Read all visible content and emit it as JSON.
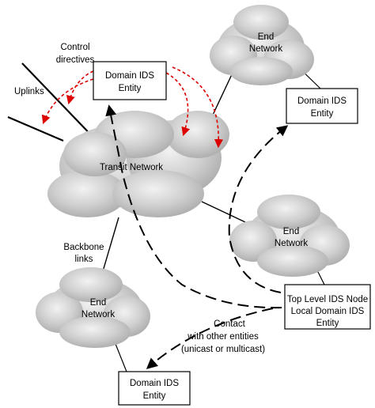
{
  "clouds": {
    "transit": "Transit Network",
    "end_top": [
      "End",
      "Network"
    ],
    "end_right": [
      "End",
      "Network"
    ],
    "end_left": [
      "End",
      "Network"
    ]
  },
  "boxes": {
    "domain_top": [
      "Domain IDS",
      "Entity"
    ],
    "domain_right": [
      "Domain IDS",
      "Entity"
    ],
    "top_level": [
      "Top Level IDS Node",
      "Local Domain IDS",
      "Entity"
    ],
    "domain_bottom": [
      "Domain IDS",
      "Entity"
    ]
  },
  "labels": {
    "control": [
      "Control",
      "directives"
    ],
    "uplinks": "Uplinks",
    "backbone": [
      "Backbone",
      "links"
    ],
    "contact": [
      "Contact",
      "with other entities",
      "(unicast or multicast)"
    ]
  },
  "colors": {
    "control_arrows": "#dd0000",
    "cloud_fill": "#cfcfcf",
    "cloud_dark": "#a9a9a9"
  }
}
